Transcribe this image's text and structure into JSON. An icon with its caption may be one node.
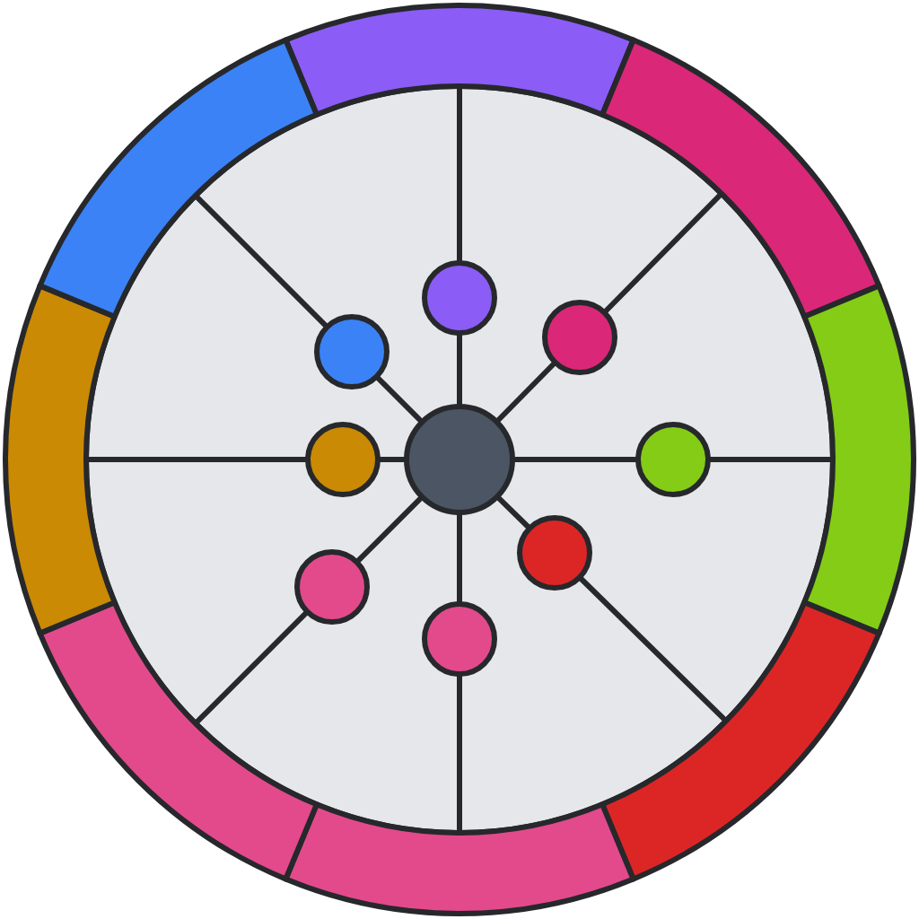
{
  "diagram": {
    "nodes": [
      {
        "text": [],
        "shape": "circle"
      },
      {
        "text": [],
        "shape": "circle"
      },
      {
        "text": [],
        "shape": "circle"
      },
      {
        "text": [],
        "shape": "circle"
      },
      {
        "text": [],
        "shape": "circle"
      },
      {
        "text": [],
        "shape": "circle"
      },
      {
        "text": [],
        "shape": "circle"
      },
      {
        "text": [],
        "shape": "circle"
      },
      {
        "text": [],
        "shape": "circle"
      }
    ],
    "edges": [
      {
        "from": 4,
        "to": 0,
        "arrow": "none"
      },
      {
        "from": 4,
        "to": 1,
        "arrow": "none"
      },
      {
        "from": 4,
        "to": 2,
        "arrow": "none"
      },
      {
        "from": 4,
        "to": 3,
        "arrow": "none"
      },
      {
        "from": 4,
        "to": 5,
        "arrow": "none"
      },
      {
        "from": 4,
        "to": 6,
        "arrow": "none"
      },
      {
        "from": 4,
        "to": 7,
        "arrow": "none"
      },
      {
        "from": 4,
        "to": 8,
        "arrow": "none"
      },
      {
        "from": 0,
        "to": null,
        "arrow": "none"
      },
      {
        "from": 1,
        "to": null,
        "arrow": "none"
      },
      {
        "from": 2,
        "to": null,
        "arrow": "none"
      },
      {
        "from": 3,
        "to": null,
        "arrow": "none"
      },
      {
        "from": 5,
        "to": null,
        "arrow": "none"
      },
      {
        "from": 6,
        "to": null,
        "arrow": "none"
      },
      {
        "from": 7,
        "to": null,
        "arrow": "none"
      },
      {
        "from": 8,
        "to": null,
        "arrow": "none"
      }
    ]
  }
}
